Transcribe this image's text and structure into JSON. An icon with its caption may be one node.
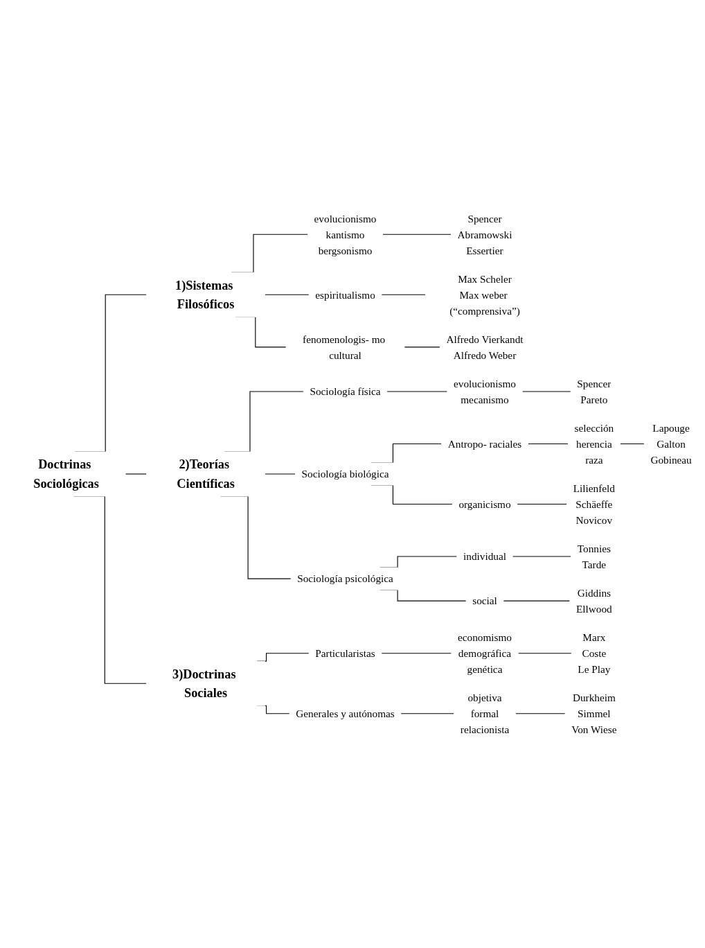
{
  "diagram": {
    "nodes": [
      {
        "text": [
          "Doctrinas Sociológicas"
        ]
      },
      {
        "text": [
          "1)Sistemas Filosóficos"
        ]
      },
      {
        "text": [
          "evolucionismo",
          "kantismo",
          "bergsonismo"
        ]
      },
      {
        "text": [
          "Spencer",
          "Abramowski",
          "Essertier"
        ]
      },
      {
        "text": [
          "espiritualismo"
        ]
      },
      {
        "text": [
          "Max Scheler",
          "Max weber (“comprensiva”)"
        ]
      },
      {
        "text": [
          "fenomenologis- mo cultural"
        ]
      },
      {
        "text": [
          "Alfredo Vierkandt",
          "Alfredo Weber"
        ]
      },
      {
        "text": [
          "2)Teorías Científicas"
        ]
      },
      {
        "text": [
          "Sociología física"
        ]
      },
      {
        "text": [
          "evolucionismo",
          "mecanismo"
        ]
      },
      {
        "text": [
          "Spencer",
          "Pareto"
        ]
      },
      {
        "text": [
          "Sociología biológica"
        ]
      },
      {
        "text": [
          "Antropo- raciales"
        ]
      },
      {
        "text": [
          "selección",
          "herencia",
          "raza"
        ]
      },
      {
        "text": [
          "Lapouge",
          "Galton",
          "Gobineau"
        ]
      },
      {
        "text": [
          "organicismo"
        ]
      },
      {
        "text": [
          "Lilienfeld",
          "Schäeffe",
          "Novicov"
        ]
      },
      {
        "text": [
          "Sociología psicológica"
        ]
      },
      {
        "text": [
          "individual"
        ]
      },
      {
        "text": [
          "Tonnies",
          "Tarde"
        ]
      },
      {
        "text": [
          "social"
        ]
      },
      {
        "text": [
          "Giddins",
          "Ellwood"
        ]
      },
      {
        "text": [
          "3)Doctrinas Sociales"
        ]
      },
      {
        "text": [
          "Particularistas"
        ]
      },
      {
        "text": [
          "economismo",
          "demográfica",
          "genética"
        ]
      },
      {
        "text": [
          "Marx",
          "Coste",
          "Le Play"
        ]
      },
      {
        "text": [
          "Generales y autónomas"
        ]
      },
      {
        "text": [
          "objetiva",
          "formal",
          "relacionista"
        ]
      },
      {
        "text": [
          "Durkheim",
          "Simmel",
          "Von Wiese"
        ]
      }
    ],
    "edges": [
      {
        "from": 0,
        "to": 1,
        "arrow": "none"
      },
      {
        "from": 1,
        "to": 2,
        "arrow": "none"
      },
      {
        "from": 2,
        "to": 3,
        "arrow": "none"
      },
      {
        "from": 1,
        "to": 4,
        "arrow": "none"
      },
      {
        "from": 4,
        "to": 5,
        "arrow": "none"
      },
      {
        "from": 1,
        "to": 6,
        "arrow": "none"
      },
      {
        "from": 6,
        "to": 7,
        "arrow": "none"
      },
      {
        "from": 0,
        "to": 8,
        "arrow": "none"
      },
      {
        "from": 8,
        "to": 9,
        "arrow": "none"
      },
      {
        "from": 9,
        "to": 10,
        "arrow": "none"
      },
      {
        "from": 10,
        "to": 11,
        "arrow": "none"
      },
      {
        "from": 8,
        "to": 12,
        "arrow": "none"
      },
      {
        "from": 12,
        "to": 13,
        "arrow": "none"
      },
      {
        "from": 13,
        "to": 14,
        "arrow": "none"
      },
      {
        "from": 14,
        "to": 15,
        "arrow": "none"
      },
      {
        "from": 12,
        "to": 16,
        "arrow": "none"
      },
      {
        "from": 16,
        "to": 17,
        "arrow": "none"
      },
      {
        "from": 8,
        "to": 18,
        "arrow": "none"
      },
      {
        "from": 18,
        "to": 19,
        "arrow": "none"
      },
      {
        "from": 19,
        "to": 20,
        "arrow": "none"
      },
      {
        "from": 18,
        "to": 21,
        "arrow": "none"
      },
      {
        "from": 21,
        "to": 22,
        "arrow": "none"
      },
      {
        "from": 0,
        "to": 23,
        "arrow": "none"
      },
      {
        "from": 23,
        "to": 24,
        "arrow": "none"
      },
      {
        "from": 24,
        "to": 25,
        "arrow": "none"
      },
      {
        "from": 25,
        "to": 26,
        "arrow": "none"
      },
      {
        "from": 23,
        "to": 27,
        "arrow": "none"
      },
      {
        "from": 27,
        "to": 28,
        "arrow": "none"
      },
      {
        "from": 28,
        "to": 29,
        "arrow": "none"
      }
    ]
  }
}
